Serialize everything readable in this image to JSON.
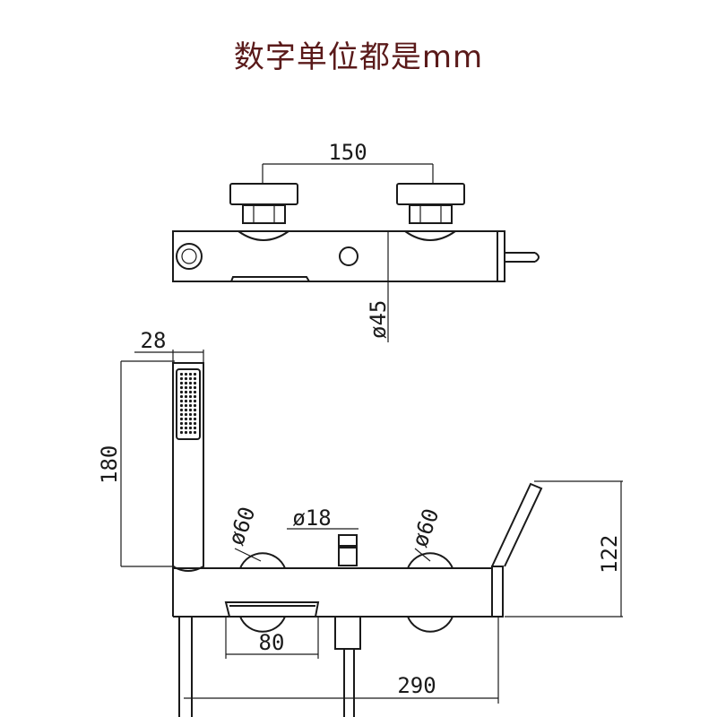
{
  "title": "数字单位都是mm",
  "dimensions": {
    "top_spacing": "150",
    "top_body_diameter": "ø45",
    "handshower_width": "28",
    "handshower_length": "180",
    "left_flange": "ø60",
    "center_outlet": "ø18",
    "right_flange": "ø60",
    "lever_height": "122",
    "spout_width": "80",
    "total_width": "290"
  },
  "colors": {
    "title": "#5a1a1a",
    "line": "#1a1a1a"
  }
}
